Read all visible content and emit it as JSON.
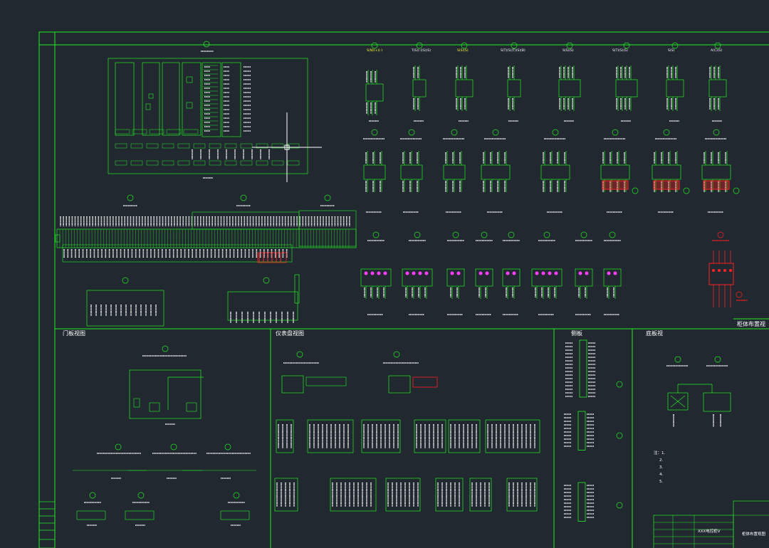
{
  "colors": {
    "background": "#212830",
    "frame": "#22ee22",
    "text": "#ffffff",
    "yellow": "#ffff33",
    "red": "#ff2020",
    "magenta": "#ff40ff",
    "cursor": "#ffffff"
  },
  "sections": {
    "door_view": "门板视图",
    "instrument_panel": "仪表盘视图",
    "side_panel": "侧板",
    "bottom_panel": "底板视",
    "cabinet_interior": "柜体布置视"
  },
  "title_block": {
    "drawing_name": "XXX电控柜V",
    "sheet_title": "柜体布置视图"
  },
  "top_row_labels": [
    "S(N)(+)(-)",
    "T(S)(-)(S)(S)",
    "S(S)(S)",
    "S(T)(S)(T)(S)(B)",
    "S(S)(S)",
    "S(T)(S)(S)",
    "S(S)",
    "A(C)(S)"
  ],
  "notes": [
    "注：1.",
    "2.",
    "3.",
    "4.",
    "5."
  ]
}
